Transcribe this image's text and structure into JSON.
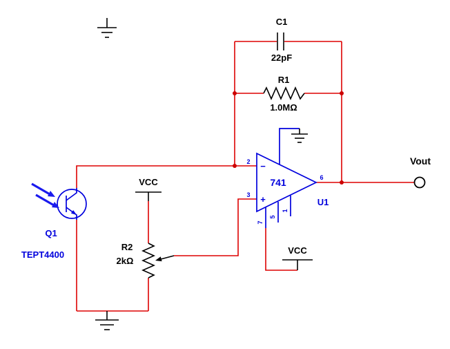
{
  "schematic": {
    "colors": {
      "wire": "#dd0000",
      "junction_dot": "#cc0000",
      "component_blue": "#0000dd",
      "component_black": "#000000",
      "background": "#ffffff"
    },
    "components": {
      "c1": {
        "ref": "C1",
        "value": "22pF"
      },
      "r1": {
        "ref": "R1",
        "value": "1.0MΩ"
      },
      "r2": {
        "ref": "R2",
        "value": "2kΩ"
      },
      "q1": {
        "ref": "Q1",
        "part": "TEPT4400"
      },
      "u1": {
        "ref": "U1",
        "part": "741",
        "minus": "−",
        "plus": "+",
        "pin_inverting": "2",
        "pin_noninverting": "3",
        "pin_output": "6",
        "pin_bottom_left": "7",
        "pin_bottom_mid": "5",
        "pin_bottom_right": "1"
      },
      "vcc_left": {
        "label": "VCC"
      },
      "vcc_opamp": {
        "label": "VCC"
      },
      "vout": {
        "label": "Vout"
      }
    }
  }
}
